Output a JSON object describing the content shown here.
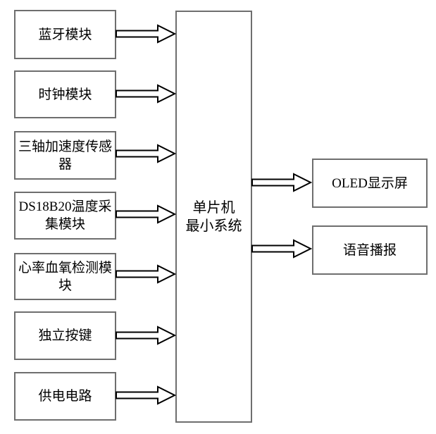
{
  "diagram": {
    "center_node": {
      "label": "单片机\n最小系统"
    },
    "left_nodes": [
      {
        "label": "蓝牙模块"
      },
      {
        "label": "时钟模块"
      },
      {
        "label": "三轴加速度传感器"
      },
      {
        "label": "DS18B20温度采集模块"
      },
      {
        "label": "心率血氧检测模块"
      },
      {
        "label": "独立按键"
      },
      {
        "label": "供电电路"
      }
    ],
    "right_nodes": [
      {
        "label": "OLED显示屏"
      },
      {
        "label": "语音播报"
      }
    ],
    "connections": [
      {
        "from": "蓝牙模块",
        "to": "单片机最小系统"
      },
      {
        "from": "时钟模块",
        "to": "单片机最小系统"
      },
      {
        "from": "三轴加速度传感器",
        "to": "单片机最小系统"
      },
      {
        "from": "DS18B20温度采集模块",
        "to": "单片机最小系统"
      },
      {
        "from": "心率血氧检测模块",
        "to": "单片机最小系统"
      },
      {
        "from": "独立按键",
        "to": "单片机最小系统"
      },
      {
        "from": "供电电路",
        "to": "单片机最小系统"
      },
      {
        "from": "单片机最小系统",
        "to": "OLED显示屏"
      },
      {
        "from": "单片机最小系统",
        "to": "语音播报"
      }
    ],
    "colors": {
      "box_border": "#6e6e6e",
      "arrow_outline": "#000000",
      "background": "#ffffff",
      "text": "#000000"
    }
  }
}
